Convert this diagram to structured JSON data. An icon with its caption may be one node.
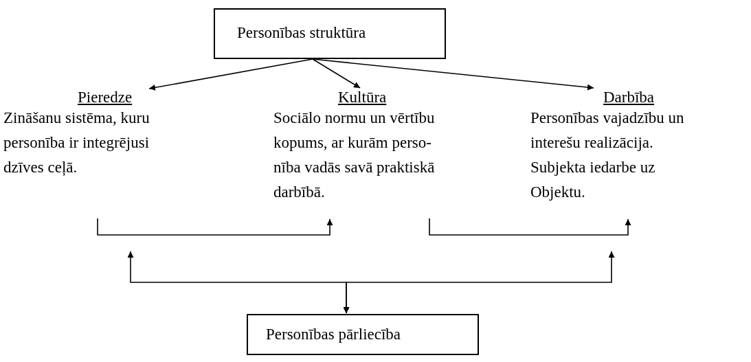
{
  "diagram": {
    "nodes": [
      {
        "text": [
          "Personības struktūra"
        ]
      },
      {
        "text": [
          "Pieredze",
          "Zināšanu sistēma, kuru personība ir integrējusi dzīves ceļā."
        ]
      },
      {
        "text": [
          "Kultūra",
          "Sociālo normu un vērtību kopums, ar kurām perso-nība vadās savā praktiskā darbībā."
        ]
      },
      {
        "text": [
          "Darbība",
          "Personības vajadzību un interešu realizācija. Subjekta iedarbe uz Objektu."
        ]
      },
      {
        "text": [
          "Personības pārliecība"
        ]
      }
    ],
    "edges": [
      {
        "from": 0,
        "to": 1,
        "arrow": "to"
      },
      {
        "from": 0,
        "to": 2,
        "arrow": "to"
      },
      {
        "from": 0,
        "to": 3,
        "arrow": "to"
      },
      {
        "from": 1,
        "to": 2,
        "arrow": "to"
      },
      {
        "from": 2,
        "to": 3,
        "arrow": "to"
      },
      {
        "from": null,
        "to": 4,
        "arrow": "both"
      },
      {
        "from": null,
        "to": 4,
        "arrow": "both"
      }
    ]
  }
}
